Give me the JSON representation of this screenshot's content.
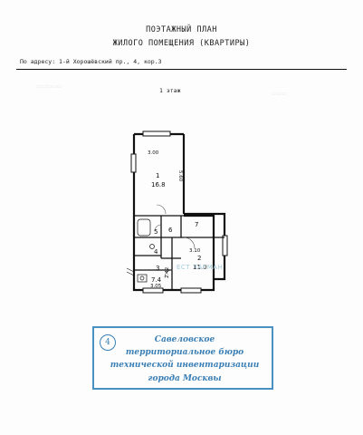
{
  "document": {
    "title_line1": "ПОЭТАЖНЫЙ ПЛАН",
    "title_line2": "ЖИЛОГО ПОМЕЩЕНИЯ (КВАРТИРЫ)",
    "address": "По адресу: 1-й Хорошёвский пр., 4, кор.3",
    "floor_label": "1 этаж"
  },
  "plan": {
    "rooms": [
      {
        "number": "1",
        "area": "16.8"
      },
      {
        "number": "2",
        "area": "11.0"
      },
      {
        "number": "3",
        "area": "7.4"
      },
      {
        "number": "4",
        "area": ""
      },
      {
        "number": "5",
        "area": ""
      },
      {
        "number": "6",
        "area": ""
      },
      {
        "number": "7",
        "area": ""
      }
    ],
    "dimensions": {
      "room1_width": "3.00",
      "room1_length": "5.60",
      "room2_width": "3.10",
      "room3_width": "3.05",
      "room3_length": "2.42"
    }
  },
  "watermark": "ЕСТ ЛАГМАН",
  "stamp": {
    "number": "4",
    "line1": "Савеловское",
    "line2": "территориальное бюро",
    "line3": "технической инвентаризации",
    "line4": "города Москвы",
    "color": "#3a7fb5"
  }
}
